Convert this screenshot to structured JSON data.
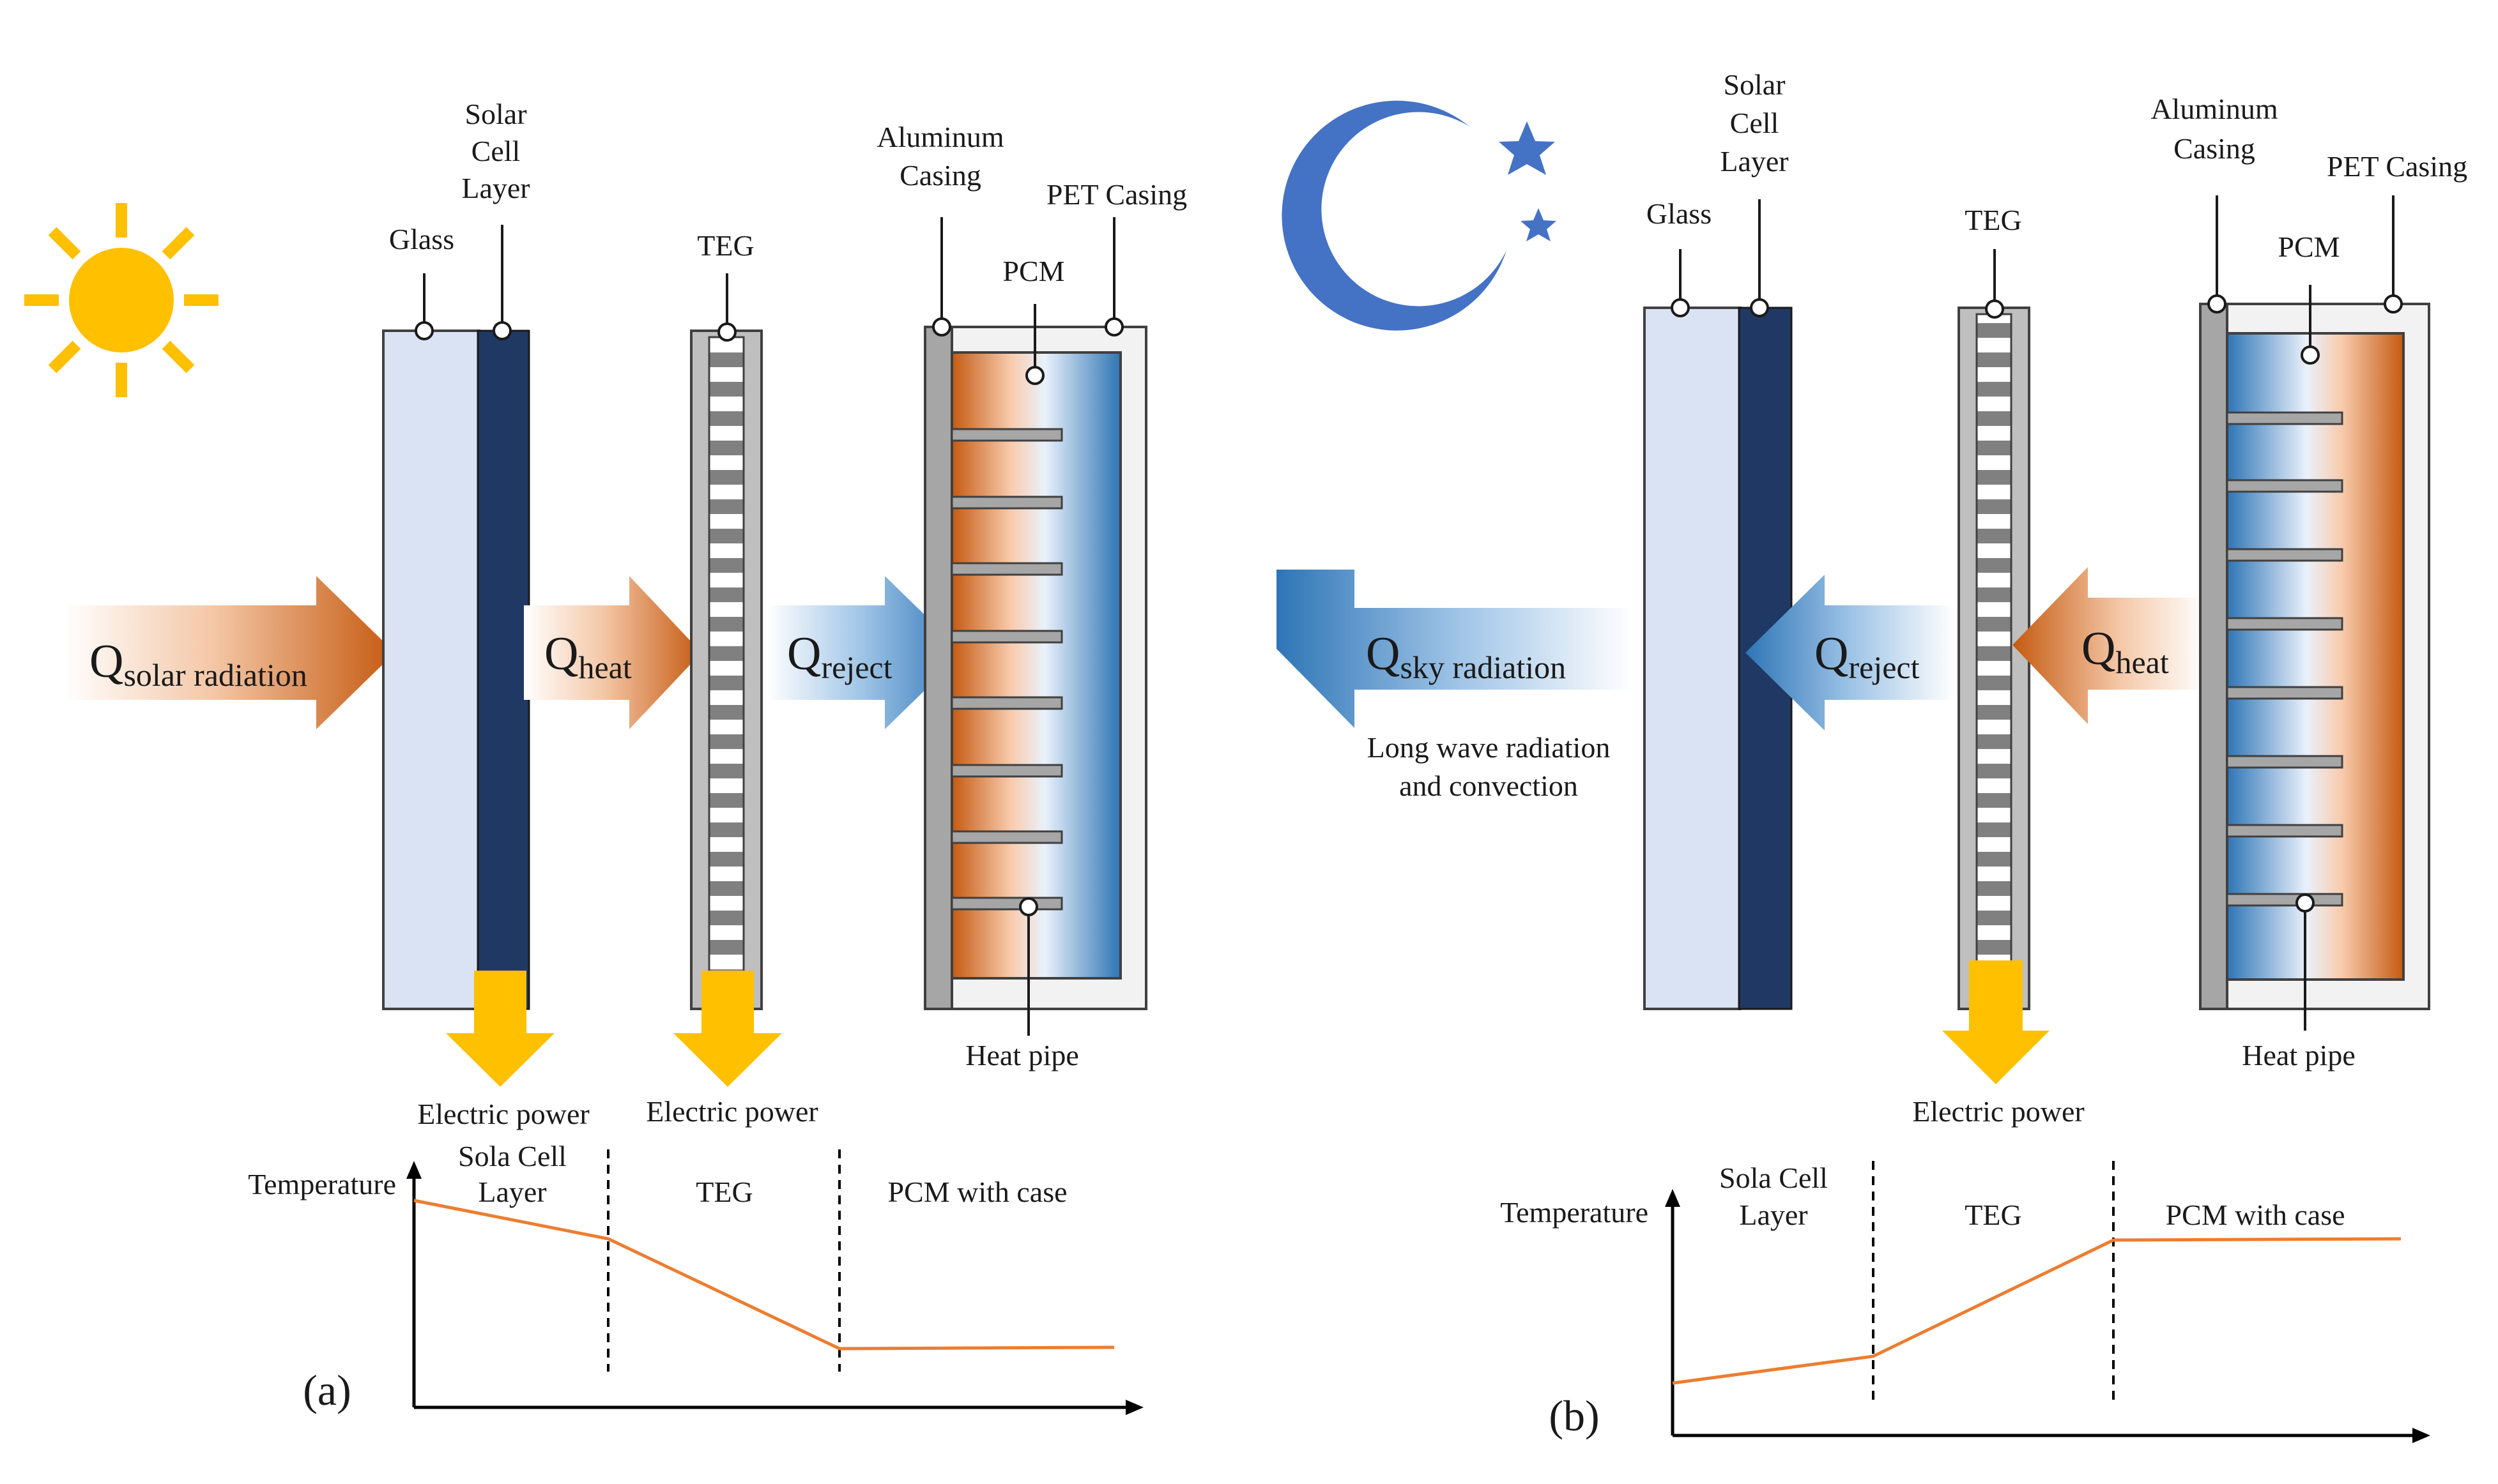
{
  "panels": [
    {
      "letter": "(a)",
      "labels": {
        "glass": "Glass",
        "solar_cell": [
          "Solar",
          "Cell",
          "Layer"
        ],
        "teg": "TEG",
        "aluminum": [
          "Aluminum",
          "Casing"
        ],
        "pet": "PET Casing",
        "pcm": "PCM",
        "heat_pipe": "Heat pipe",
        "electric_power_1": "Electric power",
        "electric_power_2": "Electric power"
      },
      "arrows": {
        "solar": {
          "main": "Q",
          "sub": "solar radiation"
        },
        "heat": {
          "main": "Q",
          "sub": "heat"
        },
        "reject": {
          "main": "Q",
          "sub": "reject"
        }
      },
      "graph": {
        "y_label": "Temperature",
        "segments": [
          [
            "Sola Cell",
            "Layer"
          ],
          [
            "TEG"
          ],
          [
            "PCM with case"
          ]
        ]
      }
    },
    {
      "letter": "(b)",
      "labels": {
        "glass": "Glass",
        "solar_cell": [
          "Solar",
          "Cell",
          "Layer"
        ],
        "teg": "TEG",
        "aluminum": [
          "Aluminum",
          "Casing"
        ],
        "pet": "PET Casing",
        "pcm": "PCM",
        "heat_pipe": "Heat pipe",
        "electric_power": "Electric power",
        "radiation_note": [
          "Long wave radiation",
          "and convection"
        ]
      },
      "arrows": {
        "sky": {
          "main": "Q",
          "sub": "sky radiation"
        },
        "reject": {
          "main": "Q",
          "sub": "reject"
        },
        "heat": {
          "main": "Q",
          "sub": "heat"
        }
      },
      "graph": {
        "y_label": "Temperature",
        "segments": [
          [
            "Sola Cell",
            "Layer"
          ],
          [
            "TEG"
          ],
          [
            "PCM with case"
          ]
        ]
      }
    }
  ],
  "colors": {
    "sun": "#FFC000",
    "moon": "#4472C4",
    "glass": "#DAE3F3",
    "solar_cell": "#203864",
    "teg_frame": "#BFBFBF",
    "teg_dark": "#7F7F7F",
    "casing_light": "#F2F2F2",
    "casing_alu": "#A6A6A6",
    "pcm_warm": "#C55A11",
    "pcm_cool": "#2E75B6",
    "power_arrow": "#FFC000",
    "temp_line": "#ED7D31"
  }
}
